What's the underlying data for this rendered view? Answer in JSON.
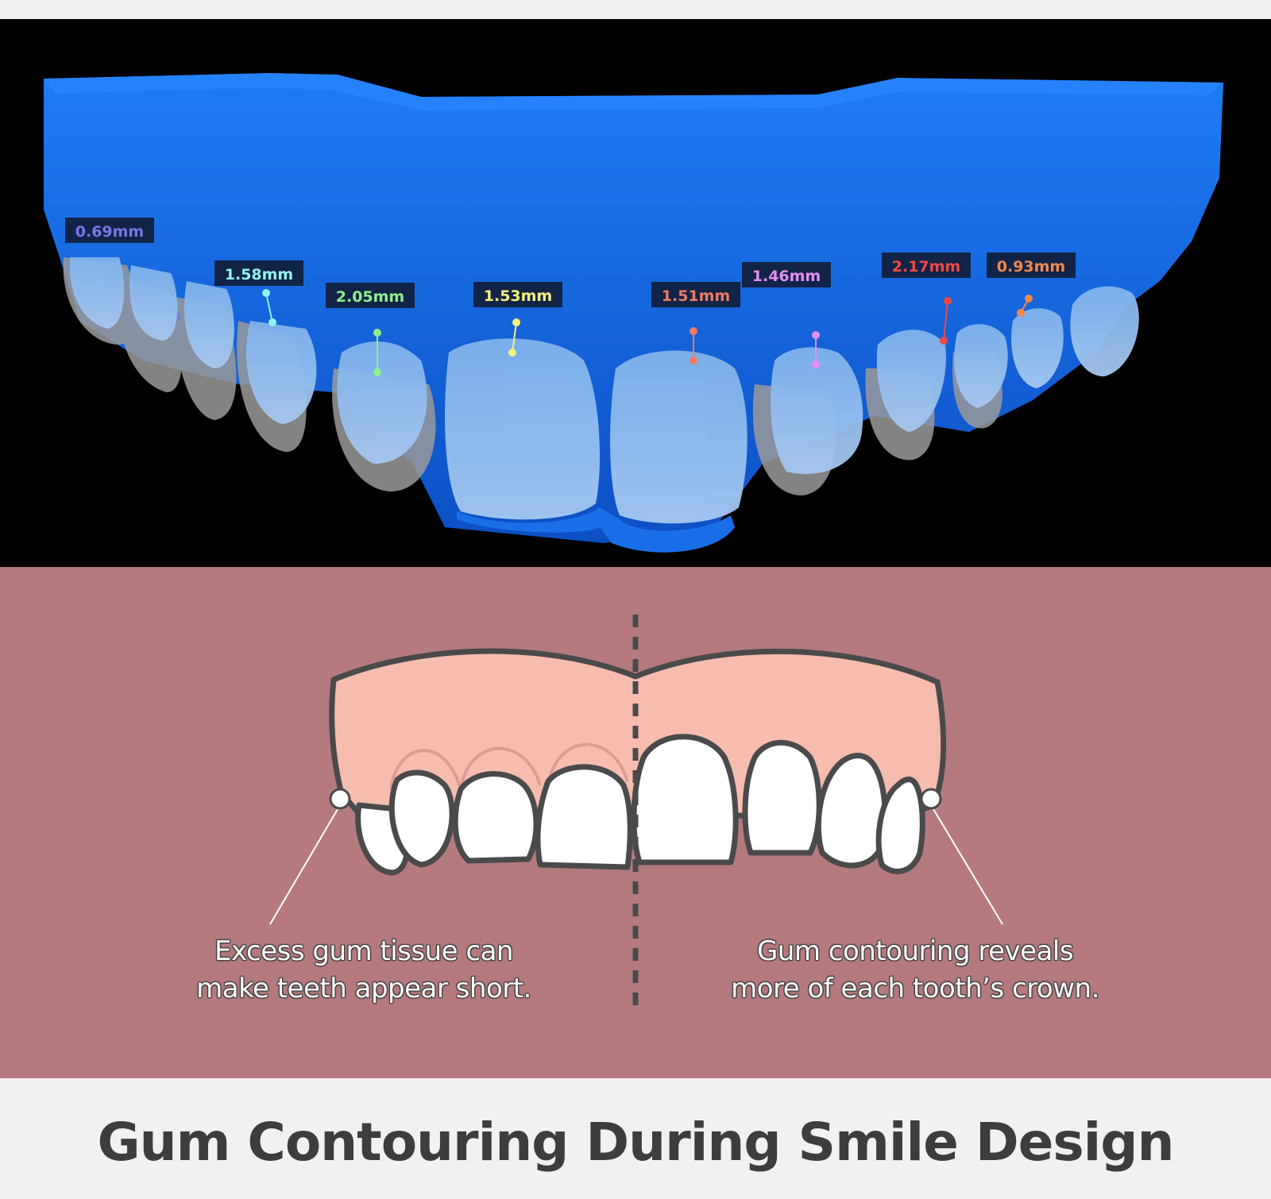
{
  "scan": {
    "measurements": [
      {
        "label": "0.69mm",
        "color": "#7b76e6"
      },
      {
        "label": "1.58mm",
        "color": "#8ff4f2"
      },
      {
        "label": "2.05mm",
        "color": "#8ef08a"
      },
      {
        "label": "1.53mm",
        "color": "#f6f27a"
      },
      {
        "label": "1.51mm",
        "color": "#f07a60"
      },
      {
        "label": "1.46mm",
        "color": "#e58df0"
      },
      {
        "label": "2.17mm",
        "color": "#f04848"
      },
      {
        "label": "0.93mm",
        "color": "#f0894a"
      }
    ]
  },
  "diagram": {
    "left_caption_line1": "Excess gum tissue can",
    "left_caption_line2": "make teeth appear short.",
    "right_caption_line1": "Gum contouring reveals",
    "right_caption_line2": "more of each tooth’s crown."
  },
  "title": "Gum Contouring During Smile Design",
  "colors": {
    "scan_tray": "#1a6fe8",
    "gum_panel": "#b47a7e",
    "gum_shape": "#f6bcae",
    "outline": "#4a4a4a"
  }
}
